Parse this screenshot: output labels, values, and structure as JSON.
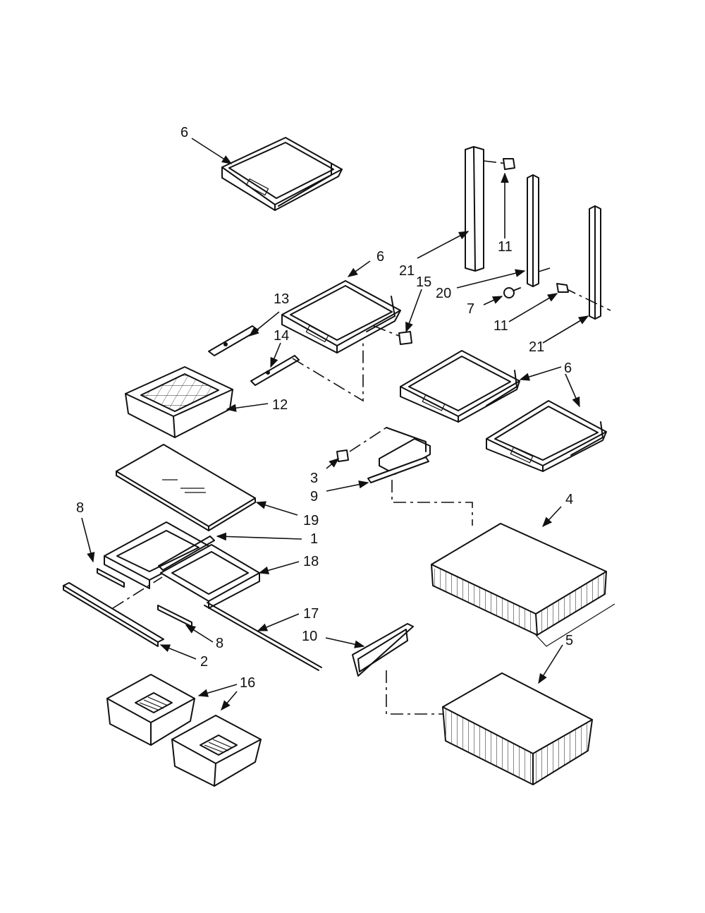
{
  "diagram": {
    "callouts": {
      "c1": "1",
      "c2": "2",
      "c3": "3",
      "c4": "4",
      "c5": "5",
      "c6a": "6",
      "c6b": "6",
      "c6c": "6",
      "c7": "7",
      "c8a": "8",
      "c8b": "8",
      "c9": "9",
      "c10": "10",
      "c11a": "11",
      "c11b": "11",
      "c12": "12",
      "c13": "13",
      "c14": "14",
      "c15": "15",
      "c16": "16",
      "c17": "17",
      "c18": "18",
      "c19": "19",
      "c20": "20",
      "c21a": "21",
      "c21b": "21"
    }
  }
}
